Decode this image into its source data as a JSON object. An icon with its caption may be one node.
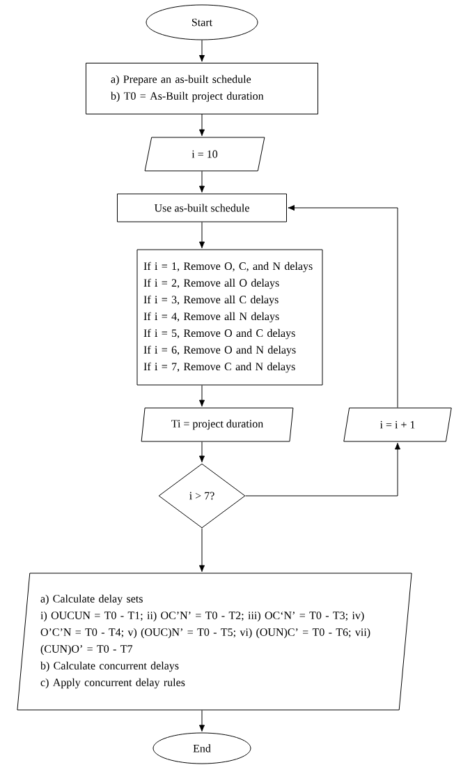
{
  "diagram": {
    "nodes": [
      {
        "text": [
          "Start"
        ]
      },
      {
        "text": [
          "a) Prepare an as-built schedule",
          "b) T0 = As-Built project duration"
        ]
      },
      {
        "text": [
          "i = 10"
        ]
      },
      {
        "text": [
          "Use as-built schedule"
        ]
      },
      {
        "text": [
          "If i = 1, Remove O, C, and N delays",
          "If i = 2, Remove all O delays",
          "If i = 3, Remove all C delays",
          "If i = 4, Remove all N delays",
          "If i = 5, Remove O and C delays",
          "If i = 6, Remove O and N delays",
          "If i = 7, Remove C and N delays"
        ]
      },
      {
        "text": [
          "Ti = project duration"
        ]
      },
      {
        "text": [
          "i = i + 1"
        ]
      },
      {
        "text": [
          "i > 7?"
        ]
      },
      {
        "text": [
          "a) Calculate delay sets",
          "i) OUCUN = T0 - T1; ii) OC’N’ = T0 - T2; iii) OC‘N’ = T0 - T3; iv) O’C’N = T0 - T4; v) (OUC)N’ = T0 - T5; vi) (OUN)C’ = T0 - T6; vii) (CUN)O’ = T0 - T7",
          "b) Calculate concurrent delays",
          "c) Apply concurrent delay rules"
        ]
      },
      {
        "text": [
          "End"
        ]
      }
    ],
    "edges": [
      {
        "from": 0,
        "to": 1,
        "arrow": "to"
      },
      {
        "from": 1,
        "to": 2,
        "arrow": "to"
      },
      {
        "from": 2,
        "to": 3,
        "arrow": "to"
      },
      {
        "from": 3,
        "to": 4,
        "arrow": "to"
      },
      {
        "from": 4,
        "to": 5,
        "arrow": "to"
      },
      {
        "from": 5,
        "to": 7,
        "arrow": "to"
      },
      {
        "from": 7,
        "to": 6,
        "arrow": "to"
      },
      {
        "from": 6,
        "to": 3,
        "arrow": "to"
      },
      {
        "from": 7,
        "to": 8,
        "arrow": "to"
      },
      {
        "from": 8,
        "to": 9,
        "arrow": "to"
      }
    ]
  }
}
